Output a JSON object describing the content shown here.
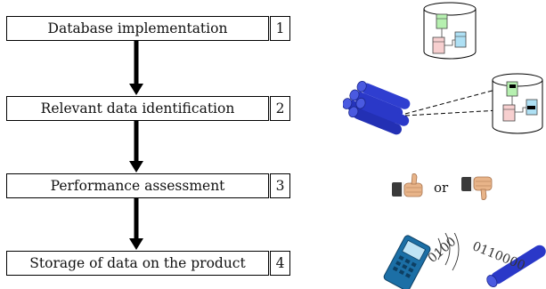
{
  "steps": [
    {
      "label": "Database implementation",
      "number": "1"
    },
    {
      "label": "Relevant data identification",
      "number": "2"
    },
    {
      "label": "Performance assessment",
      "number": "3"
    },
    {
      "label": "Storage of data on the product",
      "number": "4"
    }
  ],
  "icons": {
    "step1": "database-icon",
    "step2": "data-selection-icon",
    "step3": "thumbs-up-or-down-icon",
    "step4": "handheld-writing-icon"
  },
  "or_label": "or",
  "binary_text": "0100",
  "binary_text_2": "0110000",
  "colors": {
    "pipe_blue": "#2a38c8",
    "handheld_blue": "#1c6fa6",
    "table_green": "#b6f0b0",
    "table_pink": "#f7cfcf",
    "table_cyan": "#aee0f4",
    "skin": "#e8b489",
    "sleeve": "#3a3a3a"
  }
}
